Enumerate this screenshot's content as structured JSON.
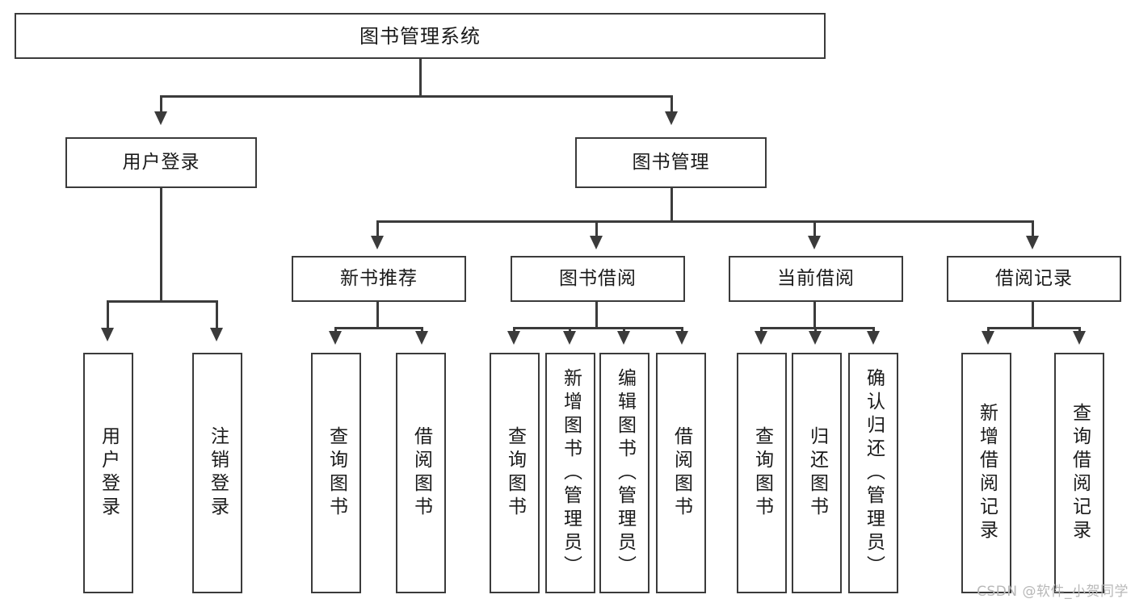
{
  "diagram": {
    "title": "图书管理系统",
    "type": "tree",
    "watermark": "CSDN @软件_小贺同学",
    "colors": {
      "stroke": "#3b3b3b",
      "fill": "#ffffff",
      "text": "#1a1a1a",
      "watermark": "#b8b8b8"
    },
    "levels": {
      "root": {
        "label": "图书管理系统"
      },
      "level2": [
        {
          "label": "用户登录"
        },
        {
          "label": "图书管理"
        }
      ],
      "level3": [
        {
          "label": "新书推荐"
        },
        {
          "label": "图书借阅"
        },
        {
          "label": "当前借阅"
        },
        {
          "label": "借阅记录"
        }
      ],
      "leaves": {
        "user_login": [
          {
            "label": "用户登录"
          },
          {
            "label": "注销登录"
          }
        ],
        "new_book_recommend": [
          {
            "label": "查询图书"
          },
          {
            "label": "借阅图书"
          }
        ],
        "book_borrow": [
          {
            "label": "查询图书"
          },
          {
            "label": "新增图书（管理员）"
          },
          {
            "label": "编辑图书（管理员）"
          },
          {
            "label": "借阅图书"
          }
        ],
        "current_borrow": [
          {
            "label": "查询图书"
          },
          {
            "label": "归还图书"
          },
          {
            "label": "确认归还（管理员）"
          }
        ],
        "borrow_record": [
          {
            "label": "新增借阅记录"
          },
          {
            "label": "查询借阅记录"
          }
        ]
      }
    }
  }
}
